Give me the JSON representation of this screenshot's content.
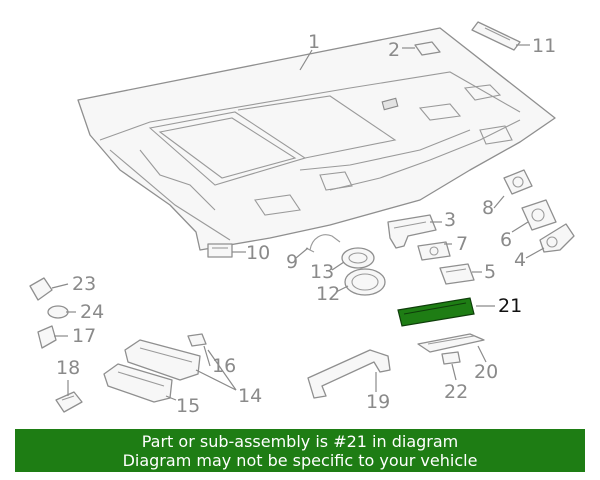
{
  "colors": {
    "line": "#8f8f8f",
    "highlight_part": "#1e7d14",
    "banner_background": "#1e7d14",
    "banner_text": "#ffffff"
  },
  "callouts": {
    "p1": "1",
    "p2": "2",
    "p3": "3",
    "p4": "4",
    "p5": "5",
    "p6": "6",
    "p7": "7",
    "p8": "8",
    "p9": "9",
    "p10": "10",
    "p11": "11",
    "p12": "12",
    "p13": "13",
    "p14": "14",
    "p15": "15",
    "p16": "16",
    "p17": "17",
    "p18": "18",
    "p19": "19",
    "p20": "20",
    "p21": "21",
    "p22": "22",
    "p23": "23",
    "p24": "24"
  },
  "highlighted_part": "21",
  "banner": {
    "line1": "Part or sub-assembly is #21 in diagram",
    "line2": "Diagram may not be specific to your vehicle"
  }
}
